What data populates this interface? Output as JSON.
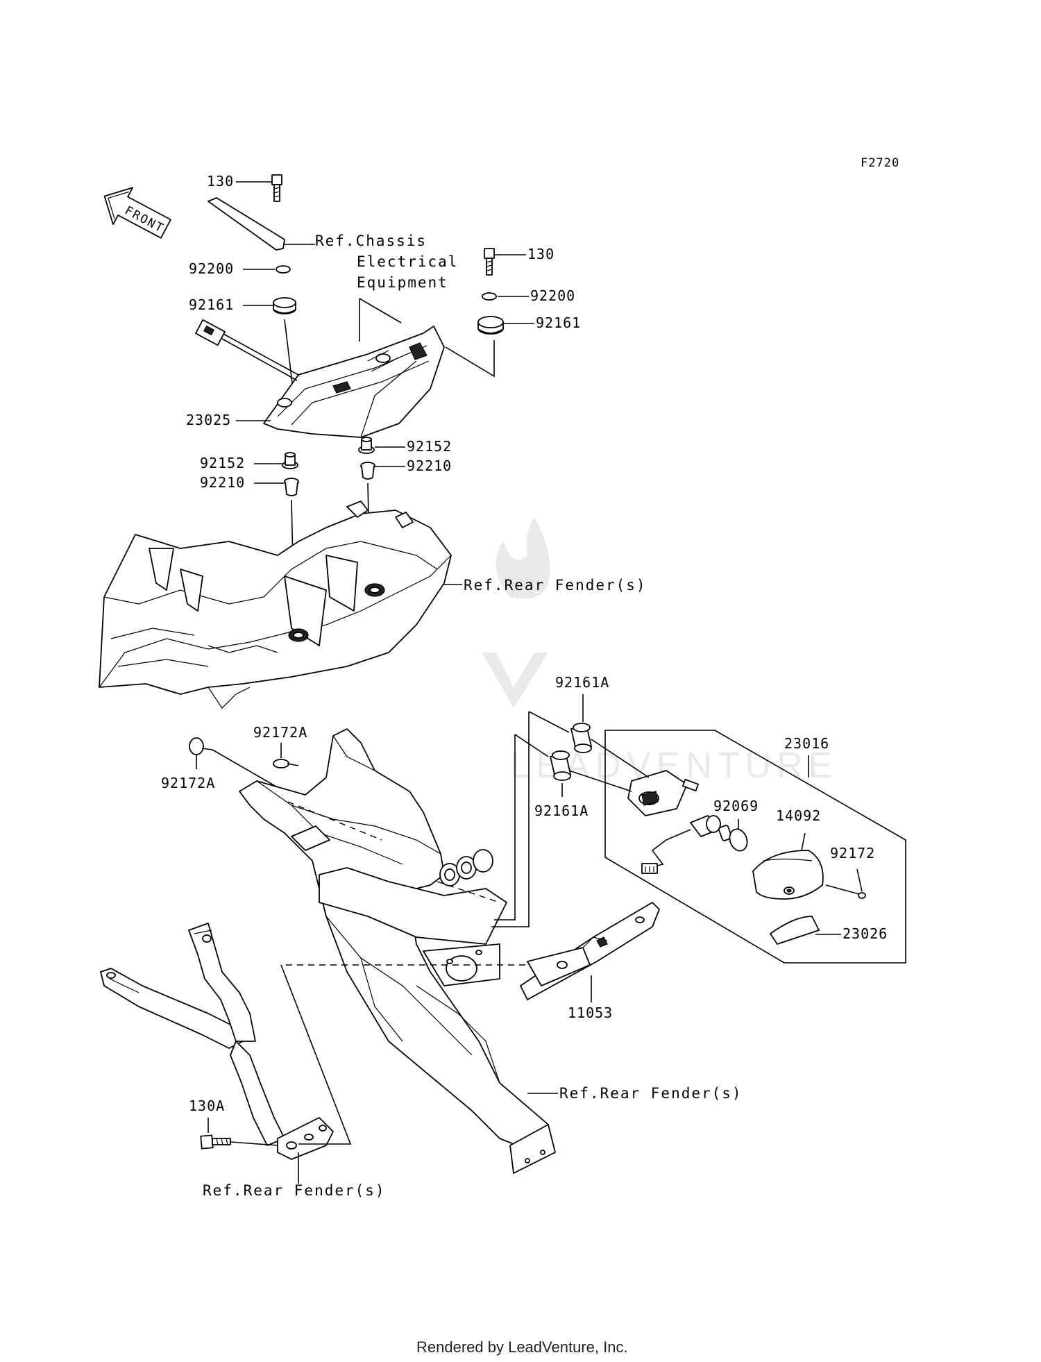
{
  "diagram_code": "F2720",
  "front_arrow_text": "FRONT",
  "footer_text": "Rendered by LeadVenture, Inc.",
  "watermark_text": "LEADVENTURE",
  "labels": {
    "p130_a": "130",
    "p130_b": "130",
    "p130A": "130A",
    "p92200_a": "92200",
    "p92200_b": "92200",
    "p92161_a": "92161",
    "p92161_b": "92161",
    "p23025": "23025",
    "p92152_a": "92152",
    "p92152_b": "92152",
    "p92210_a": "92210",
    "p92210_b": "92210",
    "p92161A_a": "92161A",
    "p92161A_b": "92161A",
    "p92172A_a": "92172A",
    "p92172A_b": "92172A",
    "p23016": "23016",
    "p92069": "92069",
    "p14092": "14092",
    "p92172": "92172",
    "p23026": "23026",
    "p11053": "11053"
  },
  "refs": {
    "chassis_line1": "Ref.Chassis",
    "chassis_line2": "Electrical",
    "chassis_line3": "Equipment",
    "rear_fender_a": "Ref.Rear Fender(s)",
    "rear_fender_b": "Ref.Rear Fender(s)",
    "rear_fender_c": "Ref.Rear Fender(s)"
  }
}
